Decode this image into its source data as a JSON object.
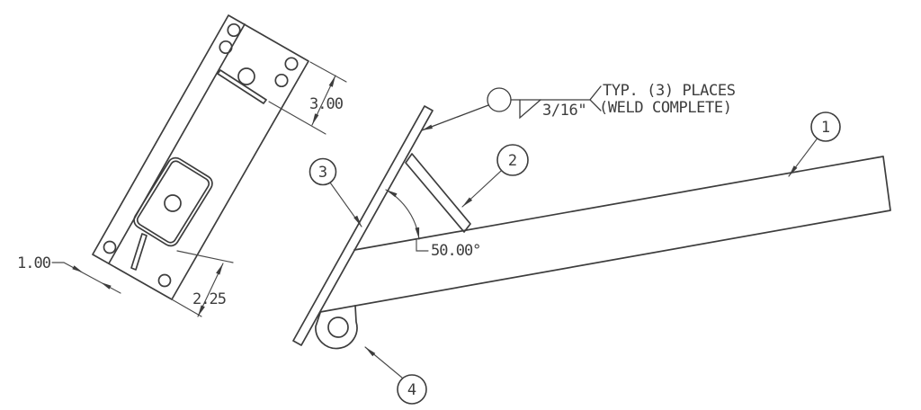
{
  "drawing": {
    "background": "#ffffff",
    "line_color": "#3d3d3d",
    "balloons": [
      {
        "label": "1"
      },
      {
        "label": "2"
      },
      {
        "label": "3"
      },
      {
        "label": "4"
      }
    ],
    "dimensions": {
      "slot_offset": "3.00",
      "flange_width": "1.00",
      "corner_distance": "2.25",
      "brace_angle": "50.00°"
    },
    "weld_callout": {
      "size": "3/16\"",
      "note_line_1": "TYP. (3) PLACES",
      "note_line_2": "(WELD COMPLETE)"
    }
  }
}
